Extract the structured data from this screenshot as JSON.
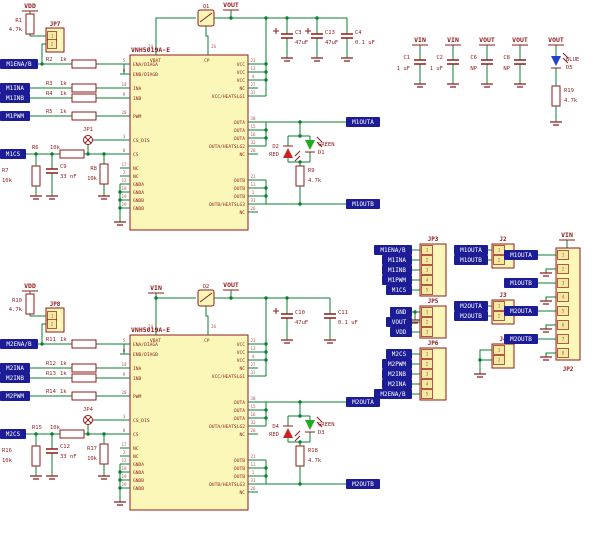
{
  "colors": {
    "wire_green": "#0b7f33",
    "symbol_maroon": "#8f1a1a",
    "net_label_bg": "#1c1c96",
    "part_fill": "#fbf7b8",
    "led_green": "#1faa1f",
    "led_red": "#cc2222",
    "led_blue": "#2244cc"
  },
  "nets": {
    "vdd": "VDD",
    "vin": "VIN",
    "vout": "VOUT",
    "gnd": "GND",
    "m1enab": "M1ENA/B",
    "m1ina": "M1INA",
    "m1inb": "M1INB",
    "m1pwm": "M1PWM",
    "m1cs": "M1CS",
    "m1outa": "M1OUTA",
    "m1outb": "M1OUTB",
    "m2enab": "M2ENA/B",
    "m2ina": "M2INA",
    "m2inb": "M2INB",
    "m2pwm": "M2PWM",
    "m2cs": "M2CS",
    "m2outa": "M2OUTA",
    "m2outb": "M2OUTB"
  },
  "ic": {
    "part_name": "VNH5019A-E",
    "top_pins": [
      [
        "VBAT",
        "24"
      ],
      [
        "CP",
        "26"
      ]
    ],
    "left_pins": [
      [
        "ENA/DIAGA",
        "5"
      ],
      [
        "ENB/DIAGB",
        "6"
      ],
      [
        "INA",
        "14"
      ],
      [
        "INB",
        "9"
      ],
      [
        "PWM",
        "20"
      ],
      [
        "CS_DIS",
        "3"
      ],
      [
        "CS",
        "8"
      ],
      [
        "NC",
        "17"
      ],
      [
        "NC",
        "2"
      ],
      [
        "GNDA",
        "12"
      ],
      [
        "GNDA",
        "18"
      ],
      [
        "GNDB",
        "19"
      ],
      [
        "GNDB",
        "29"
      ]
    ],
    "right_pins": [
      [
        "VCC",
        "23"
      ],
      [
        "VCC",
        "13"
      ],
      [
        "VCC",
        "4"
      ],
      [
        "NC",
        "27"
      ],
      [
        "VCC/HEATSLG1",
        "31"
      ],
      [
        "OUTA",
        "30"
      ],
      [
        "OUTA",
        "15"
      ],
      [
        "OUTA",
        "16"
      ],
      [
        "OUTA/HEATSLG2",
        "32"
      ],
      [
        "NC",
        "28"
      ],
      [
        "OUTB",
        "21"
      ],
      [
        "OUTB",
        "11"
      ],
      [
        "OUTB",
        "1"
      ],
      [
        "OUTB/HEATSLG3",
        "33"
      ],
      [
        "NC",
        "26"
      ]
    ]
  },
  "parts": {
    "q1": {
      "ref": "Q1"
    },
    "q2": {
      "ref": "Q2"
    },
    "jp1": {
      "ref": "JP1"
    },
    "jp4": {
      "ref": "JP4"
    },
    "r1": {
      "ref": "R1",
      "val": "4.7k"
    },
    "r2": {
      "ref": "R2",
      "val": "1k"
    },
    "r3": {
      "ref": "R3",
      "val": "1k"
    },
    "r4": {
      "ref": "R4",
      "val": "1k"
    },
    "r5": {
      "ref": "R5",
      "val": "1k"
    },
    "r6": {
      "ref": "R6",
      "val": "10k"
    },
    "r7": {
      "ref": "R7",
      "val": "10k"
    },
    "r8": {
      "ref": "R8",
      "val": "10k"
    },
    "r9": {
      "ref": "R9",
      "val": "4.7k"
    },
    "r10": {
      "ref": "R10",
      "val": "4.7k"
    },
    "r11": {
      "ref": "R11",
      "val": "1k"
    },
    "r12": {
      "ref": "R12",
      "val": "1k"
    },
    "r13": {
      "ref": "R13",
      "val": "1k"
    },
    "r14": {
      "ref": "R14",
      "val": "1k"
    },
    "r15": {
      "ref": "R15",
      "val": "10k"
    },
    "r16": {
      "ref": "R16",
      "val": "10k"
    },
    "r17": {
      "ref": "R17",
      "val": "10k"
    },
    "r18": {
      "ref": "R18",
      "val": "4.7k"
    },
    "r19": {
      "ref": "R19",
      "val": "4.7k"
    },
    "c1": {
      "ref": "C1",
      "val": "1 uF"
    },
    "c2": {
      "ref": "C2",
      "val": "1 uF"
    },
    "c3": {
      "ref": "C3",
      "val": "47uF"
    },
    "c4": {
      "ref": "C4",
      "val": "0.1 uF"
    },
    "c6": {
      "ref": "C6",
      "val": "NP"
    },
    "c8": {
      "ref": "C8",
      "val": "NP"
    },
    "c9": {
      "ref": "C9",
      "val": "33 nF"
    },
    "c10": {
      "ref": "C10",
      "val": "47uF"
    },
    "c11": {
      "ref": "C11",
      "val": "0.1 uF"
    },
    "c12": {
      "ref": "C12",
      "val": "33 nF"
    },
    "c13": {
      "ref": "C13",
      "val": "47uF"
    },
    "d1": {
      "ref": "D1",
      "color_label": "GREEN"
    },
    "d2": {
      "ref": "D2",
      "color_label": "RED"
    },
    "d3": {
      "ref": "D3",
      "color_label": "GREEN"
    },
    "d4": {
      "ref": "D4",
      "color_label": "RED"
    },
    "d5": {
      "ref": "D5",
      "color_label": "BLUE"
    }
  },
  "connectors": {
    "jp3": {
      "label": "JP3",
      "pins": [
        "1",
        "2",
        "3",
        "4",
        "5"
      ],
      "nets": [
        "M1ENA/B",
        "M1INA",
        "M1INB",
        "M1PWM",
        "M1CS"
      ]
    },
    "jp5": {
      "label": "JP5",
      "pins": [
        "1",
        "2",
        "3"
      ],
      "nets": [
        "GND",
        "VOUT",
        "VDD"
      ]
    },
    "jp6": {
      "label": "JP6",
      "pins": [
        "1",
        "2",
        "3",
        "4",
        "5"
      ],
      "nets": [
        "M2CS",
        "M2PWM",
        "M2INB",
        "M2INA",
        "M2ENA/B"
      ]
    },
    "j2": {
      "label": "J2",
      "pins": [
        "1",
        "2"
      ],
      "nets": [
        "M1OUTA",
        "M1OUTB"
      ]
    },
    "j3": {
      "label": "J3",
      "pins": [
        "1",
        "2"
      ],
      "nets": [
        "M2OUTA",
        "M2OUTB"
      ]
    },
    "j4": {
      "label": "J4",
      "pins": [
        "1",
        "2"
      ],
      "nets": [
        "",
        ""
      ]
    },
    "jp2": {
      "label": "JP2",
      "pins": [
        "1",
        "2",
        "3",
        "4",
        "5",
        "6",
        "7",
        "8"
      ],
      "nets": [
        "M1OUTA",
        "",
        "M1OUTB",
        "",
        "M2OUTA",
        "",
        "M2OUTB",
        ""
      ]
    },
    "jp7": {
      "label": "JP7",
      "pins": [
        "1",
        "2"
      ],
      "nets": []
    },
    "jp8": {
      "label": "JP8",
      "pins": [
        "1",
        "2"
      ],
      "nets": []
    }
  }
}
